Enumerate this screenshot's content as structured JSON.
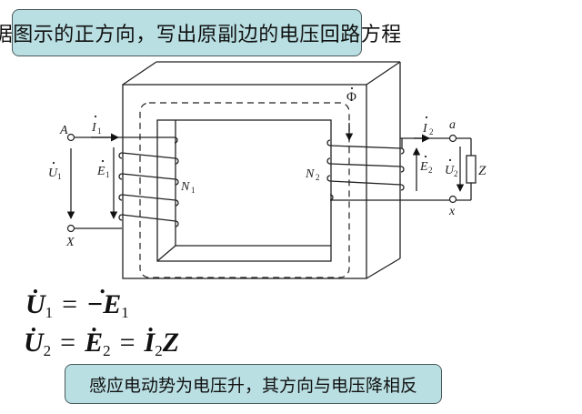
{
  "header": {
    "title": "根据图示的正方向，写出原副边的电压回路方程"
  },
  "footer": {
    "note": "感应电动势为电压升，其方向与电压降相反"
  },
  "colors": {
    "callout_fill": "#b9dfe3",
    "callout_border": "#4a5a5c",
    "line": "#222222"
  },
  "diagram": {
    "primary": {
      "terminal_top": "A",
      "terminal_bottom": "X",
      "current": {
        "symbol": "I",
        "sub": "1"
      },
      "voltage": {
        "symbol": "U",
        "sub": "1"
      },
      "emf": {
        "symbol": "E",
        "sub": "1"
      },
      "turns": {
        "symbol": "N",
        "sub": "1"
      }
    },
    "secondary": {
      "terminal_top": "a",
      "terminal_bottom": "x",
      "current": {
        "symbol": "I",
        "sub": "2"
      },
      "voltage": {
        "symbol": "U",
        "sub": "2"
      },
      "emf": {
        "symbol": "E",
        "sub": "2"
      },
      "turns": {
        "symbol": "N",
        "sub": "2"
      },
      "load": "Z"
    },
    "flux": {
      "symbol": "Φ"
    }
  },
  "equations": {
    "eq1": {
      "lhs": "U",
      "lhs_sub": "1",
      "op": "=",
      "rhs": "−E",
      "rhs_sub": "1"
    },
    "eq2": {
      "lhs": "U",
      "lhs_sub": "2",
      "op1": "=",
      "mid": "E",
      "mid_sub": "2",
      "op2": "=",
      "rhs": "I",
      "rhs_sub": "2",
      "rhs_tail": "Z"
    }
  }
}
